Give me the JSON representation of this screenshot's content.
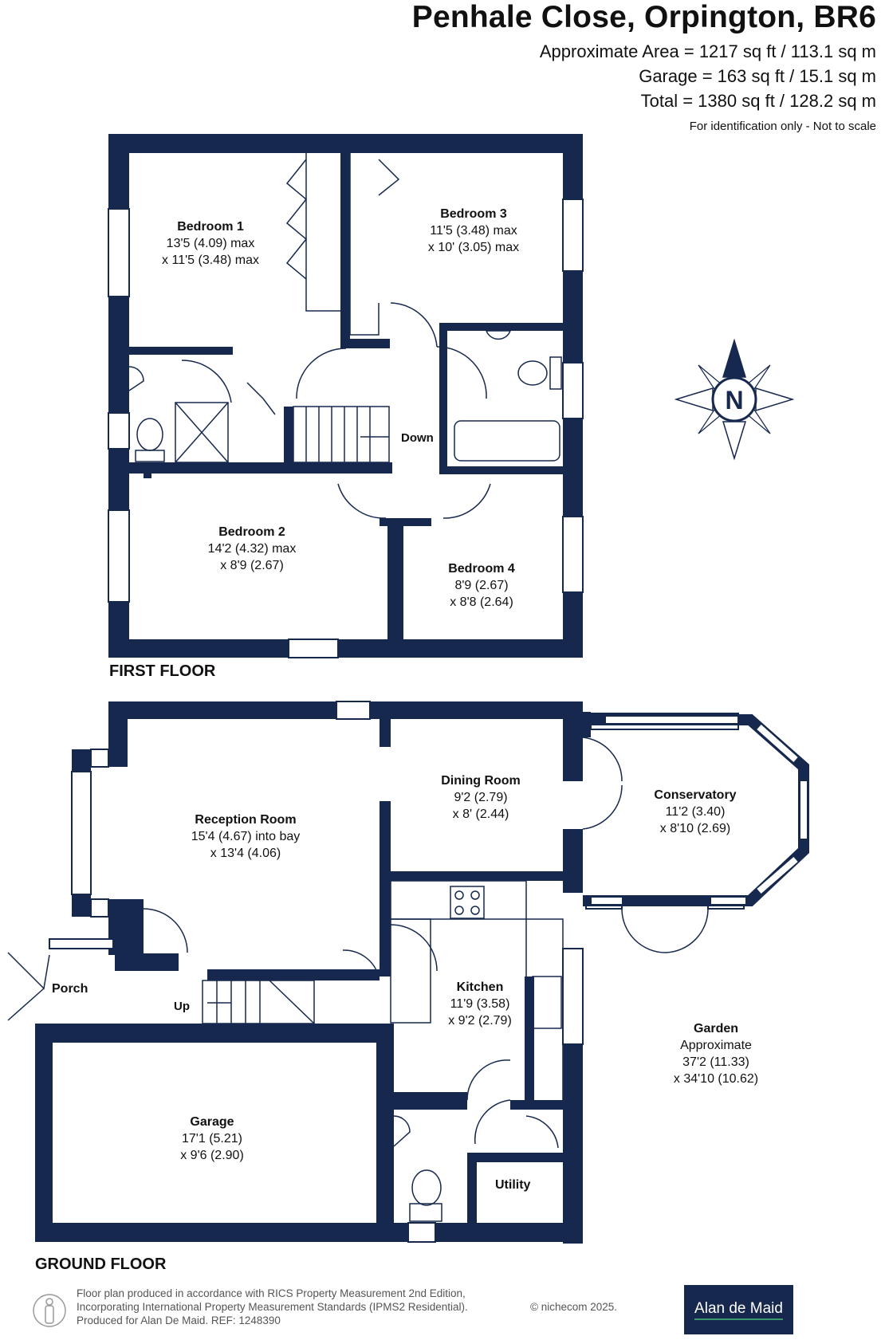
{
  "header": {
    "address": "Penhale Close, Orpington, BR6",
    "approx_area": "Approximate Area = 1217 sq ft / 113.1 sq m",
    "garage_area": "Garage = 163 sq ft / 15.1 sq m",
    "total_area": "Total = 1380 sq ft / 128.2 sq m",
    "scale_note": "For identification only - Not to scale"
  },
  "first_floor": {
    "label": "FIRST FLOOR",
    "rooms": [
      {
        "name": "Bedroom 1",
        "dim1": "13'5 (4.09) max",
        "dim2": "x 11'5 (3.48) max"
      },
      {
        "name": "Bedroom 3",
        "dim1": "11'5 (3.48) max",
        "dim2": "x 10' (3.05) max"
      },
      {
        "name": "Bedroom 2",
        "dim1": "14'2 (4.32) max",
        "dim2": "x 8'9 (2.67)"
      },
      {
        "name": "Bedroom 4",
        "dim1": "8'9 (2.67)",
        "dim2": "x 8'8 (2.64)"
      }
    ],
    "stairs_label": "Down"
  },
  "ground_floor": {
    "label": "GROUND FLOOR",
    "rooms": [
      {
        "name": "Reception Room",
        "dim1": "15'4 (4.67) into bay",
        "dim2": "x 13'4 (4.06)"
      },
      {
        "name": "Dining Room",
        "dim1": "9'2 (2.79)",
        "dim2": "x 8' (2.44)"
      },
      {
        "name": "Conservatory",
        "dim1": "11'2 (3.40)",
        "dim2": "x 8'10 (2.69)"
      },
      {
        "name": "Kitchen",
        "dim1": "11'9 (3.58)",
        "dim2": "x 9'2 (2.79)"
      },
      {
        "name": "Garage",
        "dim1": "17'1 (5.21)",
        "dim2": "x 9'6 (2.90)"
      }
    ],
    "porch": "Porch",
    "utility": "Utility",
    "stairs_label": "Up",
    "garden": {
      "name": "Garden",
      "line1": "Approximate",
      "line2": "37'2 (11.33)",
      "line3": "x 34'10 (10.62)"
    }
  },
  "compass_letter": "N",
  "footer": {
    "line1": "Floor plan produced in accordance with RICS Property Measurement 2nd Edition,",
    "line2": "Incorporating International Property Measurement Standards (IPMS2 Residential).",
    "line3": "Produced for Alan De Maid.   REF: 1248390",
    "copyright": "© nichecom 2025.",
    "brand": "Alan de Maid"
  },
  "colors": {
    "wall": "#16284e",
    "brand_bg": "#16284e",
    "brand_underline": "#3a9a6b"
  }
}
